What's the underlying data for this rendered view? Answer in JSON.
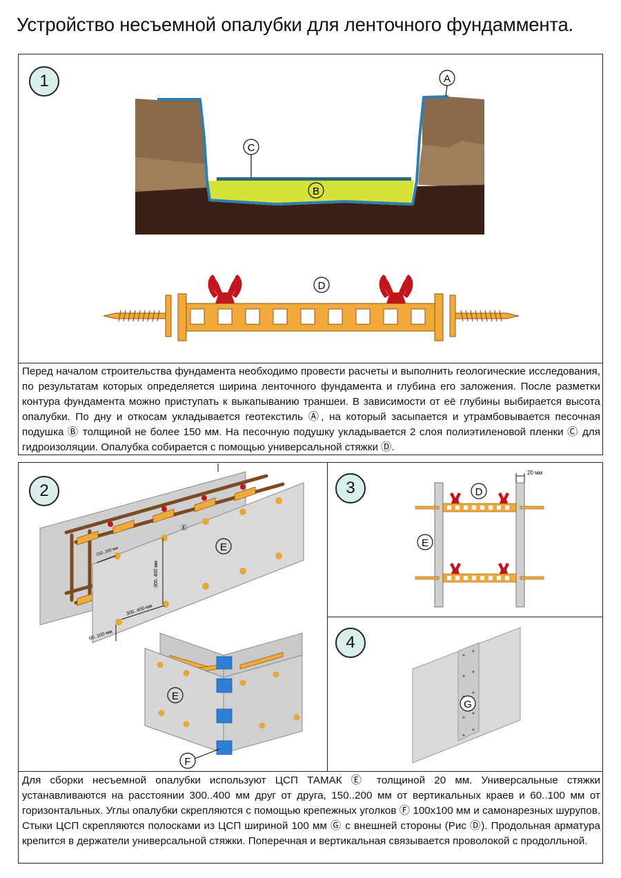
{
  "title": "Устройство несъемной опалубки для ленточного фундаммента.",
  "panels": {
    "p1": {
      "number": "1",
      "labels": {
        "A": "A",
        "B": "B",
        "C": "C",
        "D": "D"
      }
    },
    "p2": {
      "number": "2",
      "labels": {
        "E_top": "E",
        "E_bottom": "E",
        "E_small": "Ⓔ",
        "F": "F"
      },
      "dims": {
        "d1": "150..200 мм",
        "d2": "300..400 мм",
        "d3": "300..400 мм",
        "d4": "60..100 мм"
      }
    },
    "p3": {
      "number": "3",
      "labels": {
        "D": "D",
        "E": "E"
      },
      "dim": "20 мм"
    },
    "p4": {
      "number": "4",
      "labels": {
        "G": "G"
      }
    }
  },
  "text1": "Перед началом строительства фундамента необходимо провести расчеты и выполнить геологические исследования, по результатам которых определяется ширина ленточного фундамента и глубина его заложения. После разметки контура фундамента можно приступать к выкапыванию траншеи. В зависимости от её глубины выбирается высота опалубки. По дну и откосам укладывается геотекстиль Ⓐ, на который засыпается и утрамбовывается песочная подушка Ⓑ толщиной не более 150 мм. На песочную подушку укладывается 2 слоя полиэтиленовой пленки Ⓒ для гидроизоляции. Опалубка собирается с помощью универсальной стяжки Ⓓ.",
  "text2": "Для сборки несъемной опалубки используют ЦСП ТАМАК Ⓔ толщиной 20 мм. Универсальные стяжки устанавливаются на расстоянии 300..400 мм друг от друга, 150..200 мм от вертикальных краев и 60..100 мм от горизонтальных. Углы опалубки скрепляются с помощью крепежных уголков Ⓕ 100x100 мм и самонарезных шурупов. Стыки ЦСП скрепляются полосками из ЦСП шириной 100 мм Ⓖ с внешней стороны (Рис Ⓓ). Продольная арматура крепится в держатели универсальной стяжки. Поперечная и вертикальная связывается проволокой с продолльной.",
  "colors": {
    "soil_top": "#8a6a4a",
    "soil_mid": "#a07e5c",
    "soil_deep": "#3a2016",
    "sand": "#d6e23a",
    "geotextile": "#2e7fb0",
    "film": "#2a6a7a",
    "tie_orange": "#f2a93b",
    "clamp_red": "#c2151c",
    "board_gray": "#d6d6d6",
    "badge_fill": "#d9efee",
    "bracket_blue": "#2f7fd6",
    "rebar": "#7a4a22"
  }
}
